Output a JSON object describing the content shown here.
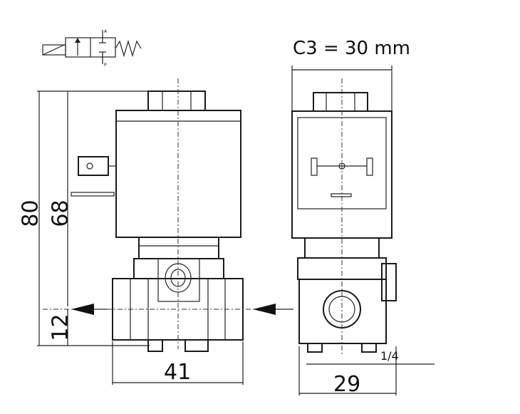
{
  "title_label": "C3 = 30 mm",
  "dimensions": {
    "height_total": "80",
    "height_coil": "68",
    "height_port": "12",
    "width_body": "41",
    "width_side": "29",
    "port_size": "1/4"
  },
  "symbol_labels": {
    "port_a": "A",
    "port_p": "P"
  }
}
